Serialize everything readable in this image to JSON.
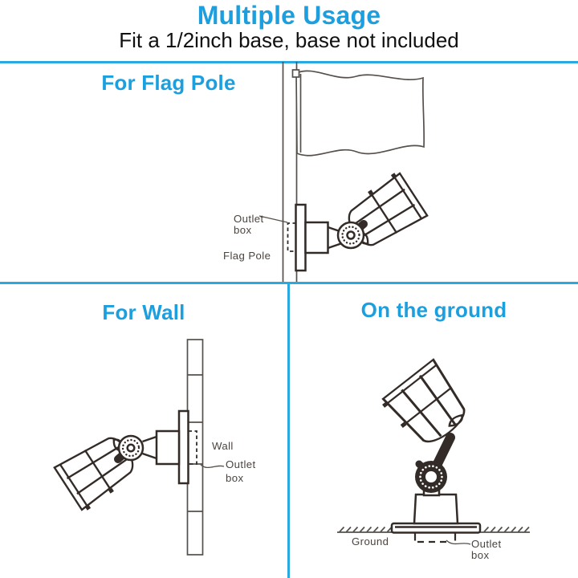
{
  "header": {
    "title": "Multiple Usage",
    "subtitle": "Fit a 1/2inch base, base not included"
  },
  "colors": {
    "accent_text": "#1b9fdf",
    "divider": "#29a9e0",
    "ink": "#332b27",
    "outline": "#55504c",
    "label": "#4a4440",
    "subtitle_text": "#101010",
    "background": "#ffffff"
  },
  "panels": {
    "flag_pole": {
      "title": "For Flag Pole",
      "labels": {
        "outlet_line1": "Outlet",
        "outlet_line2": "box",
        "pole": "Flag Pole"
      }
    },
    "wall": {
      "title": "For Wall",
      "labels": {
        "wall": "Wall",
        "outlet_line1": "Outlet",
        "outlet_line2": "box"
      }
    },
    "ground": {
      "title": "On the ground",
      "labels": {
        "ground": "Ground",
        "outlet_line1": "Outlet",
        "outlet_line2": "box"
      }
    }
  }
}
